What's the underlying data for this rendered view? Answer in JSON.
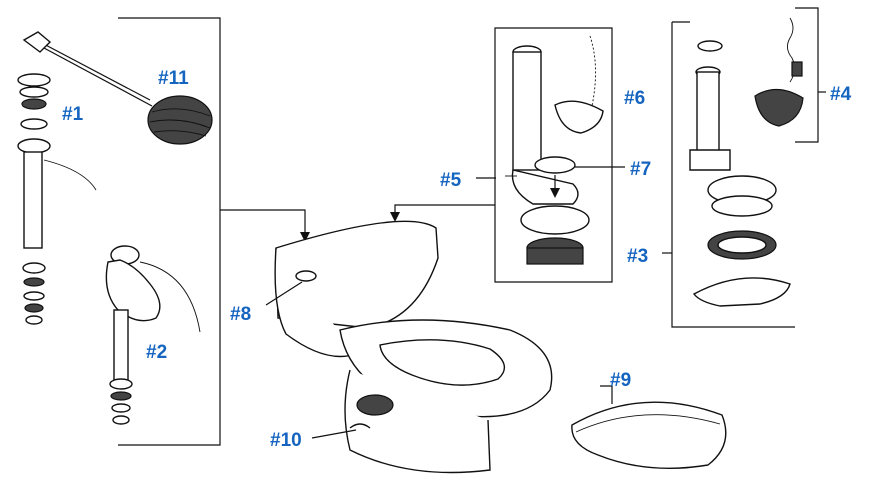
{
  "colors": {
    "label": "#1565c0",
    "line": "#111111",
    "background": "#ffffff"
  },
  "parts": [
    {
      "id": "p1",
      "label": "#1"
    },
    {
      "id": "p2",
      "label": "#2"
    },
    {
      "id": "p3",
      "label": "#3"
    },
    {
      "id": "p4",
      "label": "#4"
    },
    {
      "id": "p5",
      "label": "#5"
    },
    {
      "id": "p6",
      "label": "#6"
    },
    {
      "id": "p7",
      "label": "#7"
    },
    {
      "id": "p8",
      "label": "#8"
    },
    {
      "id": "p9",
      "label": "#9"
    },
    {
      "id": "p10",
      "label": "#10"
    },
    {
      "id": "p11",
      "label": "#11"
    }
  ]
}
